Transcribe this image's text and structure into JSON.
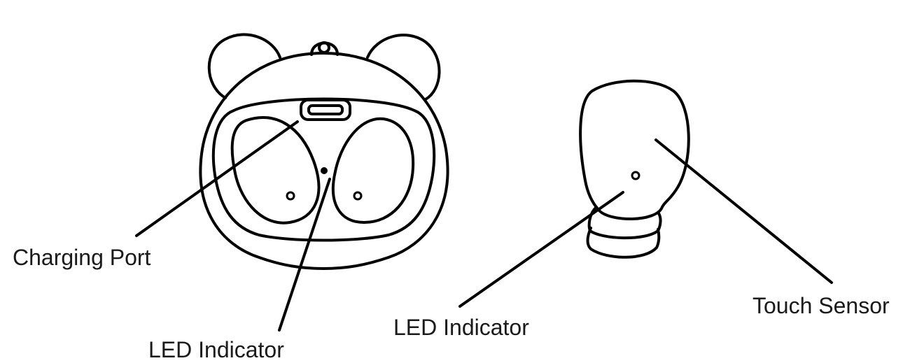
{
  "labels": {
    "charging_port": "Charging Port",
    "led_indicator_case": "LED Indicator",
    "led_indicator_earbud": "LED Indicator",
    "touch_sensor": "Touch Sensor"
  },
  "colors": {
    "line": "#000000",
    "text": "#1a1a1a",
    "background": "#ffffff"
  }
}
